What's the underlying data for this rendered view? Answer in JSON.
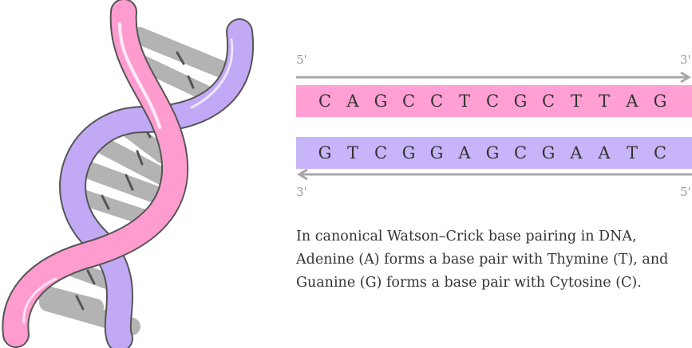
{
  "colors": {
    "pink": "#ff9fd3",
    "lavender": "#c6b0f8",
    "purple_strand": "#b497f5",
    "pink_strand": "#ff9ccf",
    "base_gray": "#b3b3b3",
    "outline": "#555555",
    "arrow_gray": "#a8a8a8"
  },
  "top_strand": {
    "five_prime_label": "5'",
    "three_prime_label": "3'",
    "bases": [
      "C",
      "A",
      "G",
      "C",
      "C",
      "T",
      "C",
      "G",
      "C",
      "T",
      "T",
      "A",
      "G"
    ]
  },
  "bottom_strand": {
    "three_prime_label": "3'",
    "five_prime_label": "5'",
    "bases": [
      "G",
      "T",
      "C",
      "G",
      "G",
      "A",
      "G",
      "C",
      "G",
      "A",
      "A",
      "T",
      "C"
    ]
  },
  "caption": {
    "line1": "In canonical Watson–Crick base pairing in DNA,",
    "line2": "Adenine (A) forms a base pair with Thymine (T), and",
    "line3": "Guanine (G) forms a base pair with Cytosine (C)."
  },
  "icons": {
    "helix": "dna-double-helix-illustration",
    "top_arrow": "right-arrow",
    "bottom_arrow": "left-arrow"
  }
}
